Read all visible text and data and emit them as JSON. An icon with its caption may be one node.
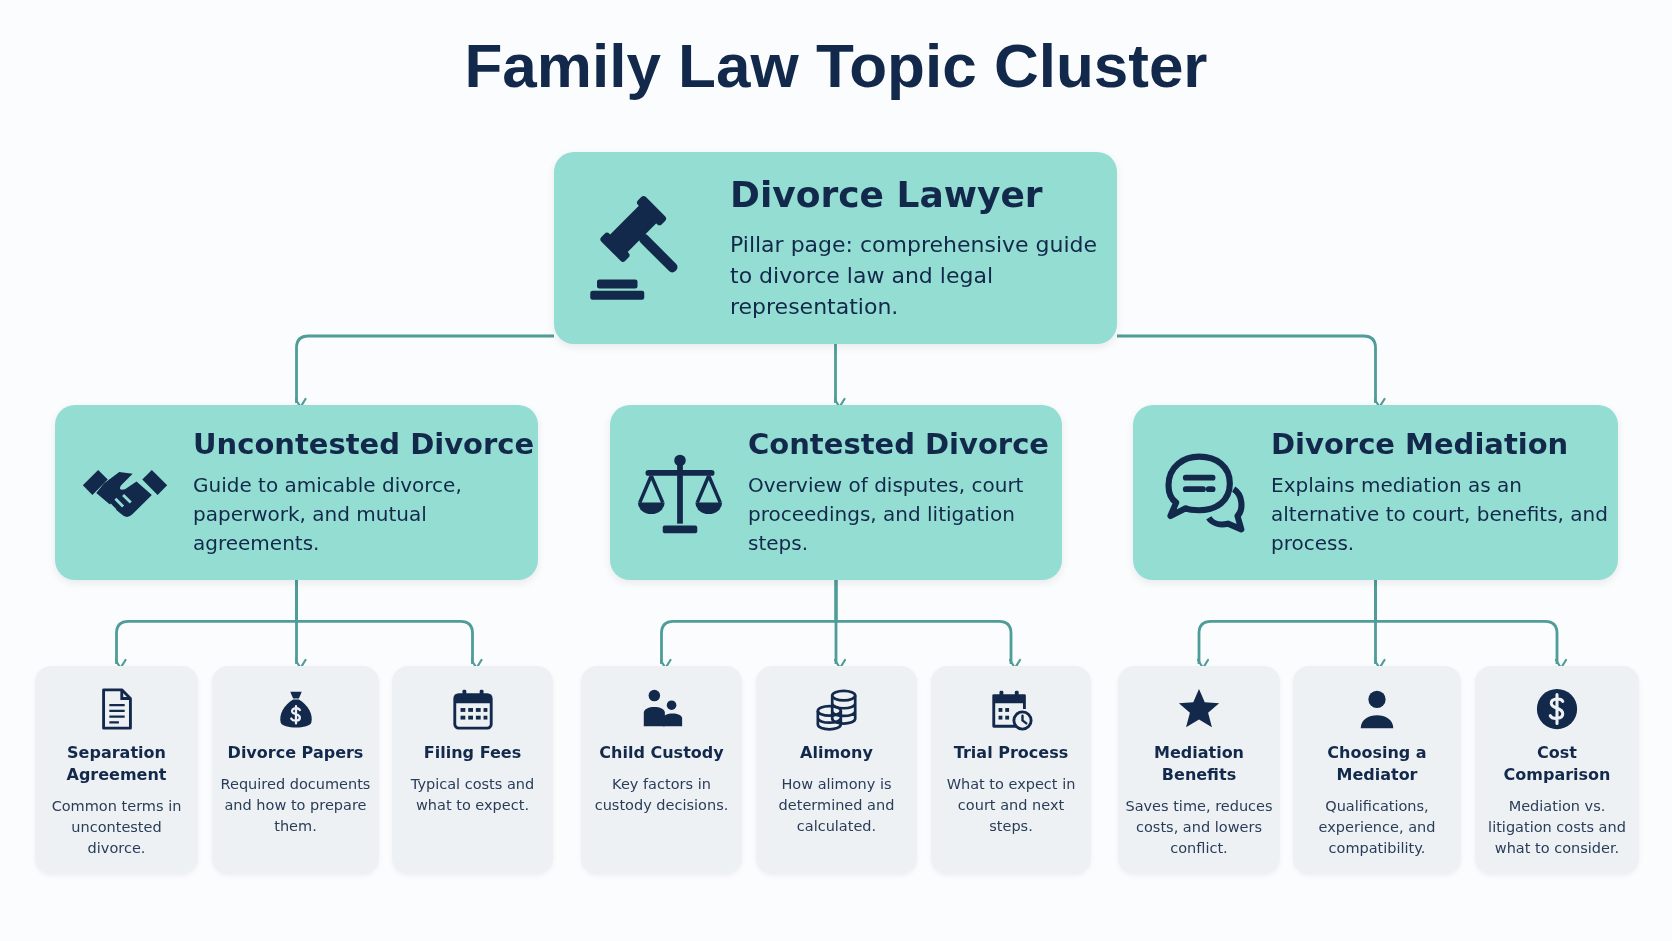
{
  "diagram": {
    "title": "Family Law Topic Cluster",
    "nodes": [
      {
        "text": [
          "Divorce Lawyer",
          "Pillar page: comprehensive guide to divorce law and legal representation."
        ]
      },
      {
        "text": [
          "Uncontested Divorce",
          "Guide to amicable divorce, paperwork, and mutual agreements."
        ]
      },
      {
        "text": [
          "Contested Divorce",
          "Overview of disputes, court proceedings, and litigation steps."
        ]
      },
      {
        "text": [
          "Divorce Mediation",
          "Explains mediation as an alternative to court, benefits, and process."
        ]
      },
      {
        "text": [
          "Separation Agreement",
          "Common terms in uncontested divorce."
        ]
      },
      {
        "text": [
          "Divorce Papers",
          "Required documents and how to prepare them."
        ]
      },
      {
        "text": [
          "Filing Fees",
          "Typical costs and what to expect."
        ]
      },
      {
        "text": [
          "Child Custody",
          "Key factors in custody decisions."
        ]
      },
      {
        "text": [
          "Alimony",
          "How alimony is determined and calculated."
        ]
      },
      {
        "text": [
          "Trial Process",
          "What to expect in court and next steps."
        ]
      },
      {
        "text": [
          "Mediation Benefits",
          "Saves time, reduces costs, and lowers conflict."
        ]
      },
      {
        "text": [
          "Choosing a Mediator",
          "Qualifications, experience, and compatibility."
        ]
      },
      {
        "text": [
          "Cost Comparison",
          "Mediation vs. litigation costs and what to consider."
        ]
      }
    ],
    "edges": [
      {
        "from": 0,
        "to": 1,
        "arrow": "to"
      },
      {
        "from": 0,
        "to": 2,
        "arrow": "to"
      },
      {
        "from": 0,
        "to": 3,
        "arrow": "to"
      },
      {
        "from": 1,
        "to": 4,
        "arrow": "to"
      },
      {
        "from": 1,
        "to": 5,
        "arrow": "to"
      },
      {
        "from": 1,
        "to": 6,
        "arrow": "to"
      },
      {
        "from": 2,
        "to": 7,
        "arrow": "to"
      },
      {
        "from": 2,
        "to": 8,
        "arrow": "to"
      },
      {
        "from": 2,
        "to": 9,
        "arrow": "to"
      },
      {
        "from": 3,
        "to": 10,
        "arrow": "to"
      },
      {
        "from": 3,
        "to": 11,
        "arrow": "to"
      },
      {
        "from": 3,
        "to": 12,
        "arrow": "to"
      }
    ]
  }
}
